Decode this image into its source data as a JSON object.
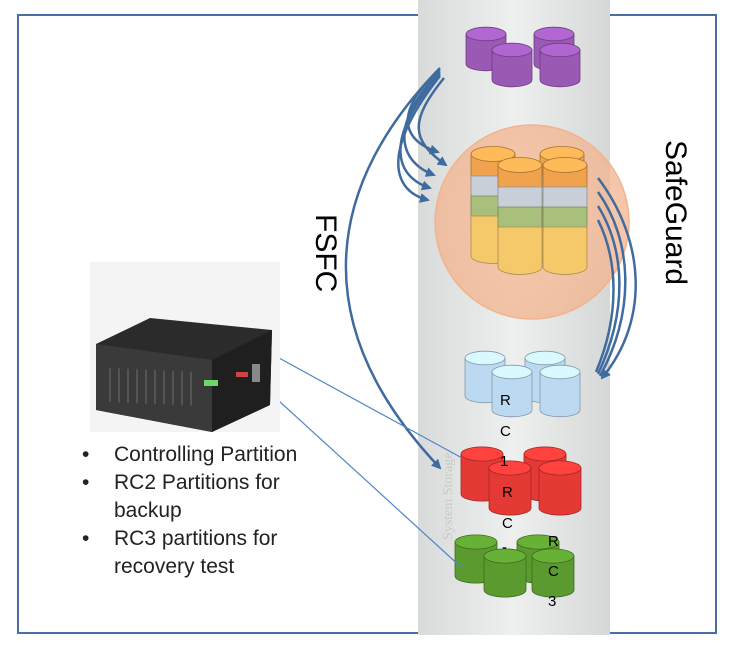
{
  "labels": {
    "fsfc": "FSFC",
    "safeguard": "SafeGuard",
    "rc1": [
      "R",
      "C",
      "1"
    ],
    "rc2": [
      "R",
      "C",
      "-"
    ],
    "rc3": [
      "R",
      "C",
      "3"
    ]
  },
  "bullets": [
    {
      "lines": [
        "Controlling Partition"
      ]
    },
    {
      "lines": [
        "RC2 Partitions for",
        "backup"
      ]
    },
    {
      "lines": [
        "RC3 partitions for",
        "recovery test"
      ]
    }
  ],
  "colors": {
    "frame": "#4a6fa5",
    "arrow": "#3f6b9e",
    "purple": "#9b59b6",
    "orange": "#f0a24d",
    "light_blue": "#bcd9f2",
    "red": "#e53935",
    "green": "#5a9a2f"
  }
}
